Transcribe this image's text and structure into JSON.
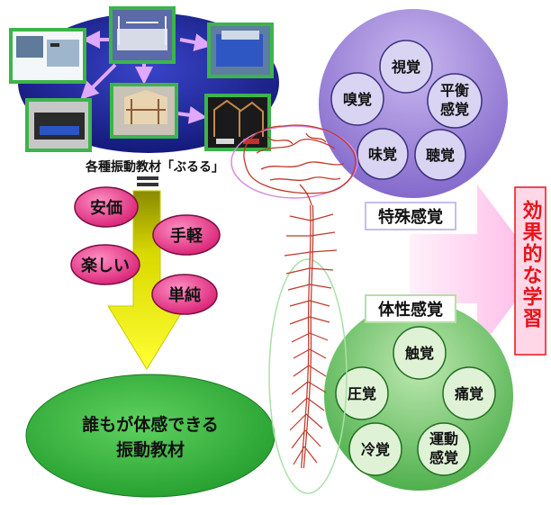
{
  "materials_caption": "各種振動教材「ぶるる」",
  "merits": [
    "安価",
    "手軽",
    "楽しい",
    "単純"
  ],
  "goal_line1": "誰もが体感できる",
  "goal_line2": "振動教材",
  "special_senses": {
    "label": "特殊感覚",
    "items": [
      "視覚",
      "嗅覚",
      "平衡感覚",
      "味覚",
      "聴覚"
    ]
  },
  "somatic_senses": {
    "label": "体性感覚",
    "items": [
      "触覚",
      "圧覚",
      "痛覚",
      "冷覚",
      "運動感覚"
    ]
  },
  "result_label": "効果的な学習",
  "colors": {
    "navy_oval": "#1a1f8a",
    "green_frame": "#3cb44b",
    "pink_bubble": "#e8337e",
    "yellow_arrow": "#f2f200",
    "goal_green": "#2fb33a",
    "purple_circle": "#8a6fd0",
    "green_circle": "#3aa63a",
    "title_red": "#e8131a",
    "nerve_red": "#c0392b"
  }
}
